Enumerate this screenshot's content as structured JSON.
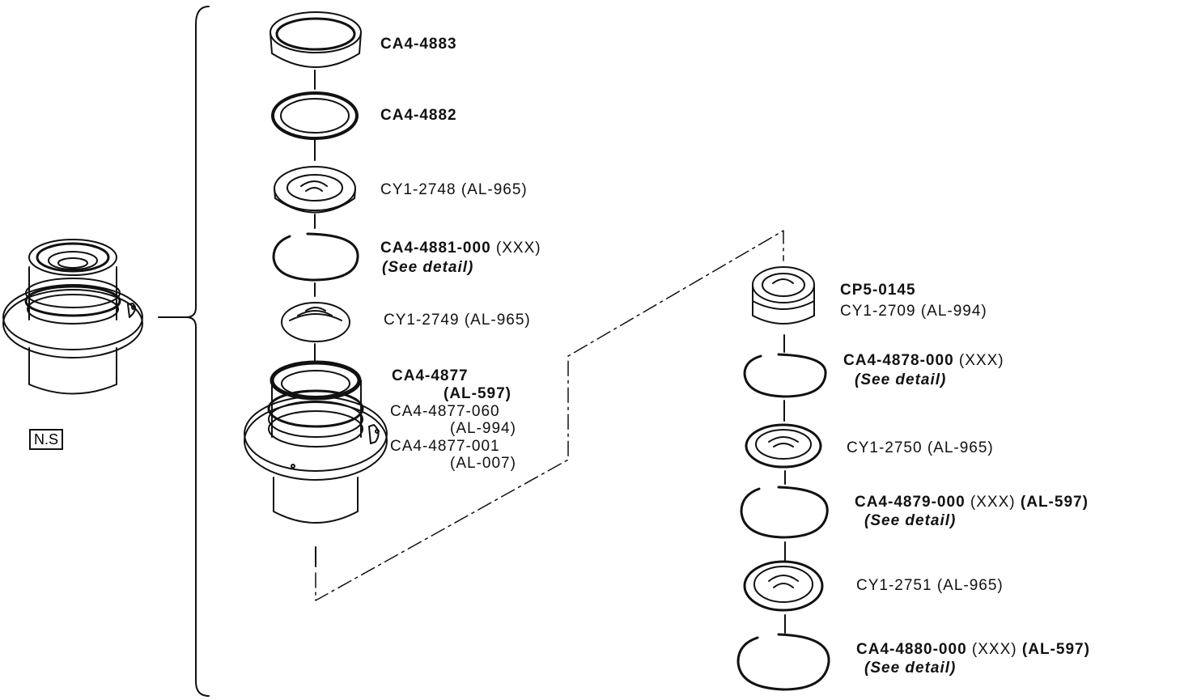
{
  "colors": {
    "ink": "#111111",
    "paper": "#ffffff"
  },
  "assembly_label": "N.S",
  "left_stack": [
    {
      "part": "CA4-4883",
      "suffix": "",
      "extra": "",
      "note": ""
    },
    {
      "part": "CA4-4882",
      "suffix": "",
      "extra": "",
      "note": ""
    },
    {
      "part": "",
      "suffix": "CY1-2748 (AL-965)",
      "extra": "",
      "note": ""
    },
    {
      "part": "CA4-4881-000",
      "suffix": "(XXX)",
      "extra": "",
      "note": "(See detail)"
    },
    {
      "part": "",
      "suffix": "CY1-2749 (AL-965)",
      "extra": "",
      "note": ""
    }
  ],
  "housing": {
    "part": "CA4-4877",
    "part_alloy": "(AL-597)",
    "alt1": "CA4-4877-060",
    "alt1_alloy": "(AL-994)",
    "alt2": "CA4-4877-001",
    "alt2_alloy": "(AL-007)"
  },
  "right_stack": [
    {
      "part": "CP5-0145",
      "suffix": "",
      "extra": "",
      "note": "",
      "line2": "CY1-2709 (AL-994)"
    },
    {
      "part": "CA4-4878-000",
      "suffix": "(XXX)",
      "extra": "",
      "note": "(See detail)",
      "line2": ""
    },
    {
      "part": "",
      "suffix": "CY1-2750 (AL-965)",
      "extra": "",
      "note": "",
      "line2": ""
    },
    {
      "part": "CA4-4879-000",
      "suffix": "(XXX)",
      "extra": "(AL-597)",
      "note": "(See detail)",
      "line2": ""
    },
    {
      "part": "",
      "suffix": "CY1-2751 (AL-965)",
      "extra": "",
      "note": "",
      "line2": ""
    },
    {
      "part": "CA4-4880-000",
      "suffix": "(XXX)",
      "extra": "(AL-597)",
      "note": "(See detail)",
      "line2": ""
    }
  ]
}
